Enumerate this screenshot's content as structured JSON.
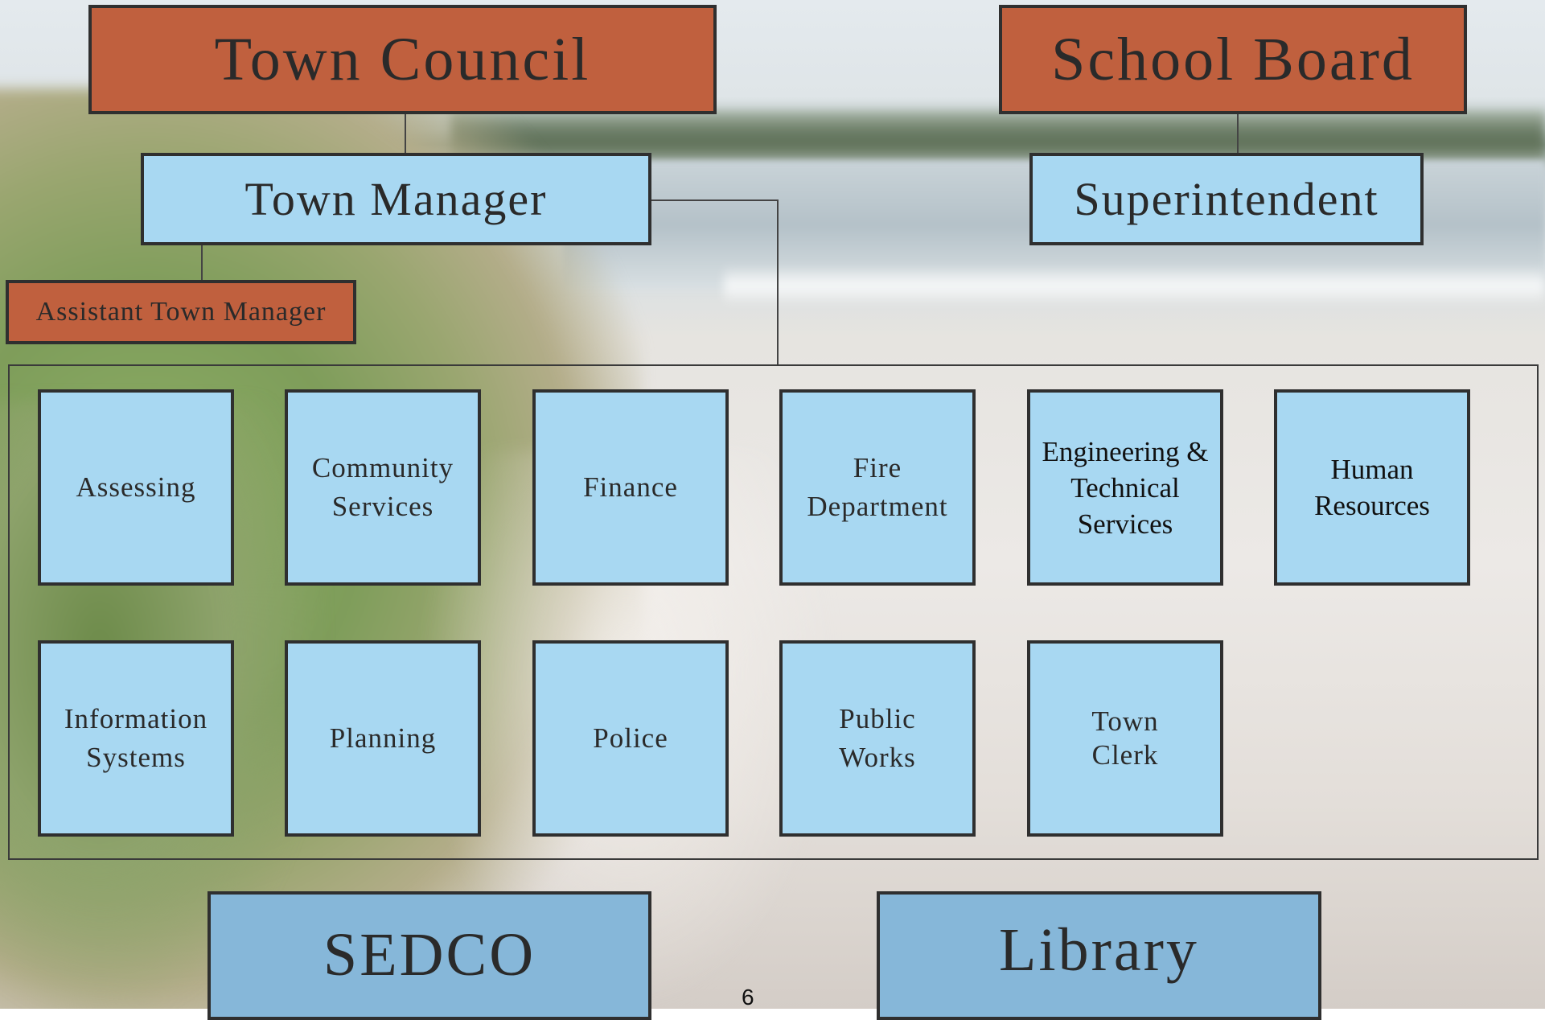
{
  "top": {
    "town_council": "Town Council",
    "school_board": "School Board",
    "town_manager": "Town Manager",
    "superintendent": "Superintendent",
    "assistant_town_manager": "Assistant Town Manager"
  },
  "departments": [
    {
      "label": "Assessing"
    },
    {
      "label": "Community Services"
    },
    {
      "label": "Finance"
    },
    {
      "label": "Fire Department"
    },
    {
      "label": "Engineering & Technical Services"
    },
    {
      "label": "Human Resources"
    },
    {
      "label": "Information Systems"
    },
    {
      "label": "Planning"
    },
    {
      "label": "Police"
    },
    {
      "label": "Public Works"
    },
    {
      "label": "Town Clerk"
    }
  ],
  "bottom": {
    "sedco": "SEDCO",
    "library": "Library"
  },
  "page_number": "6",
  "colors": {
    "council_orange": "#c0603e",
    "department_blue": "#a8d8f2",
    "bottom_blue": "#86b7d9",
    "border": "#2f2f2f"
  }
}
